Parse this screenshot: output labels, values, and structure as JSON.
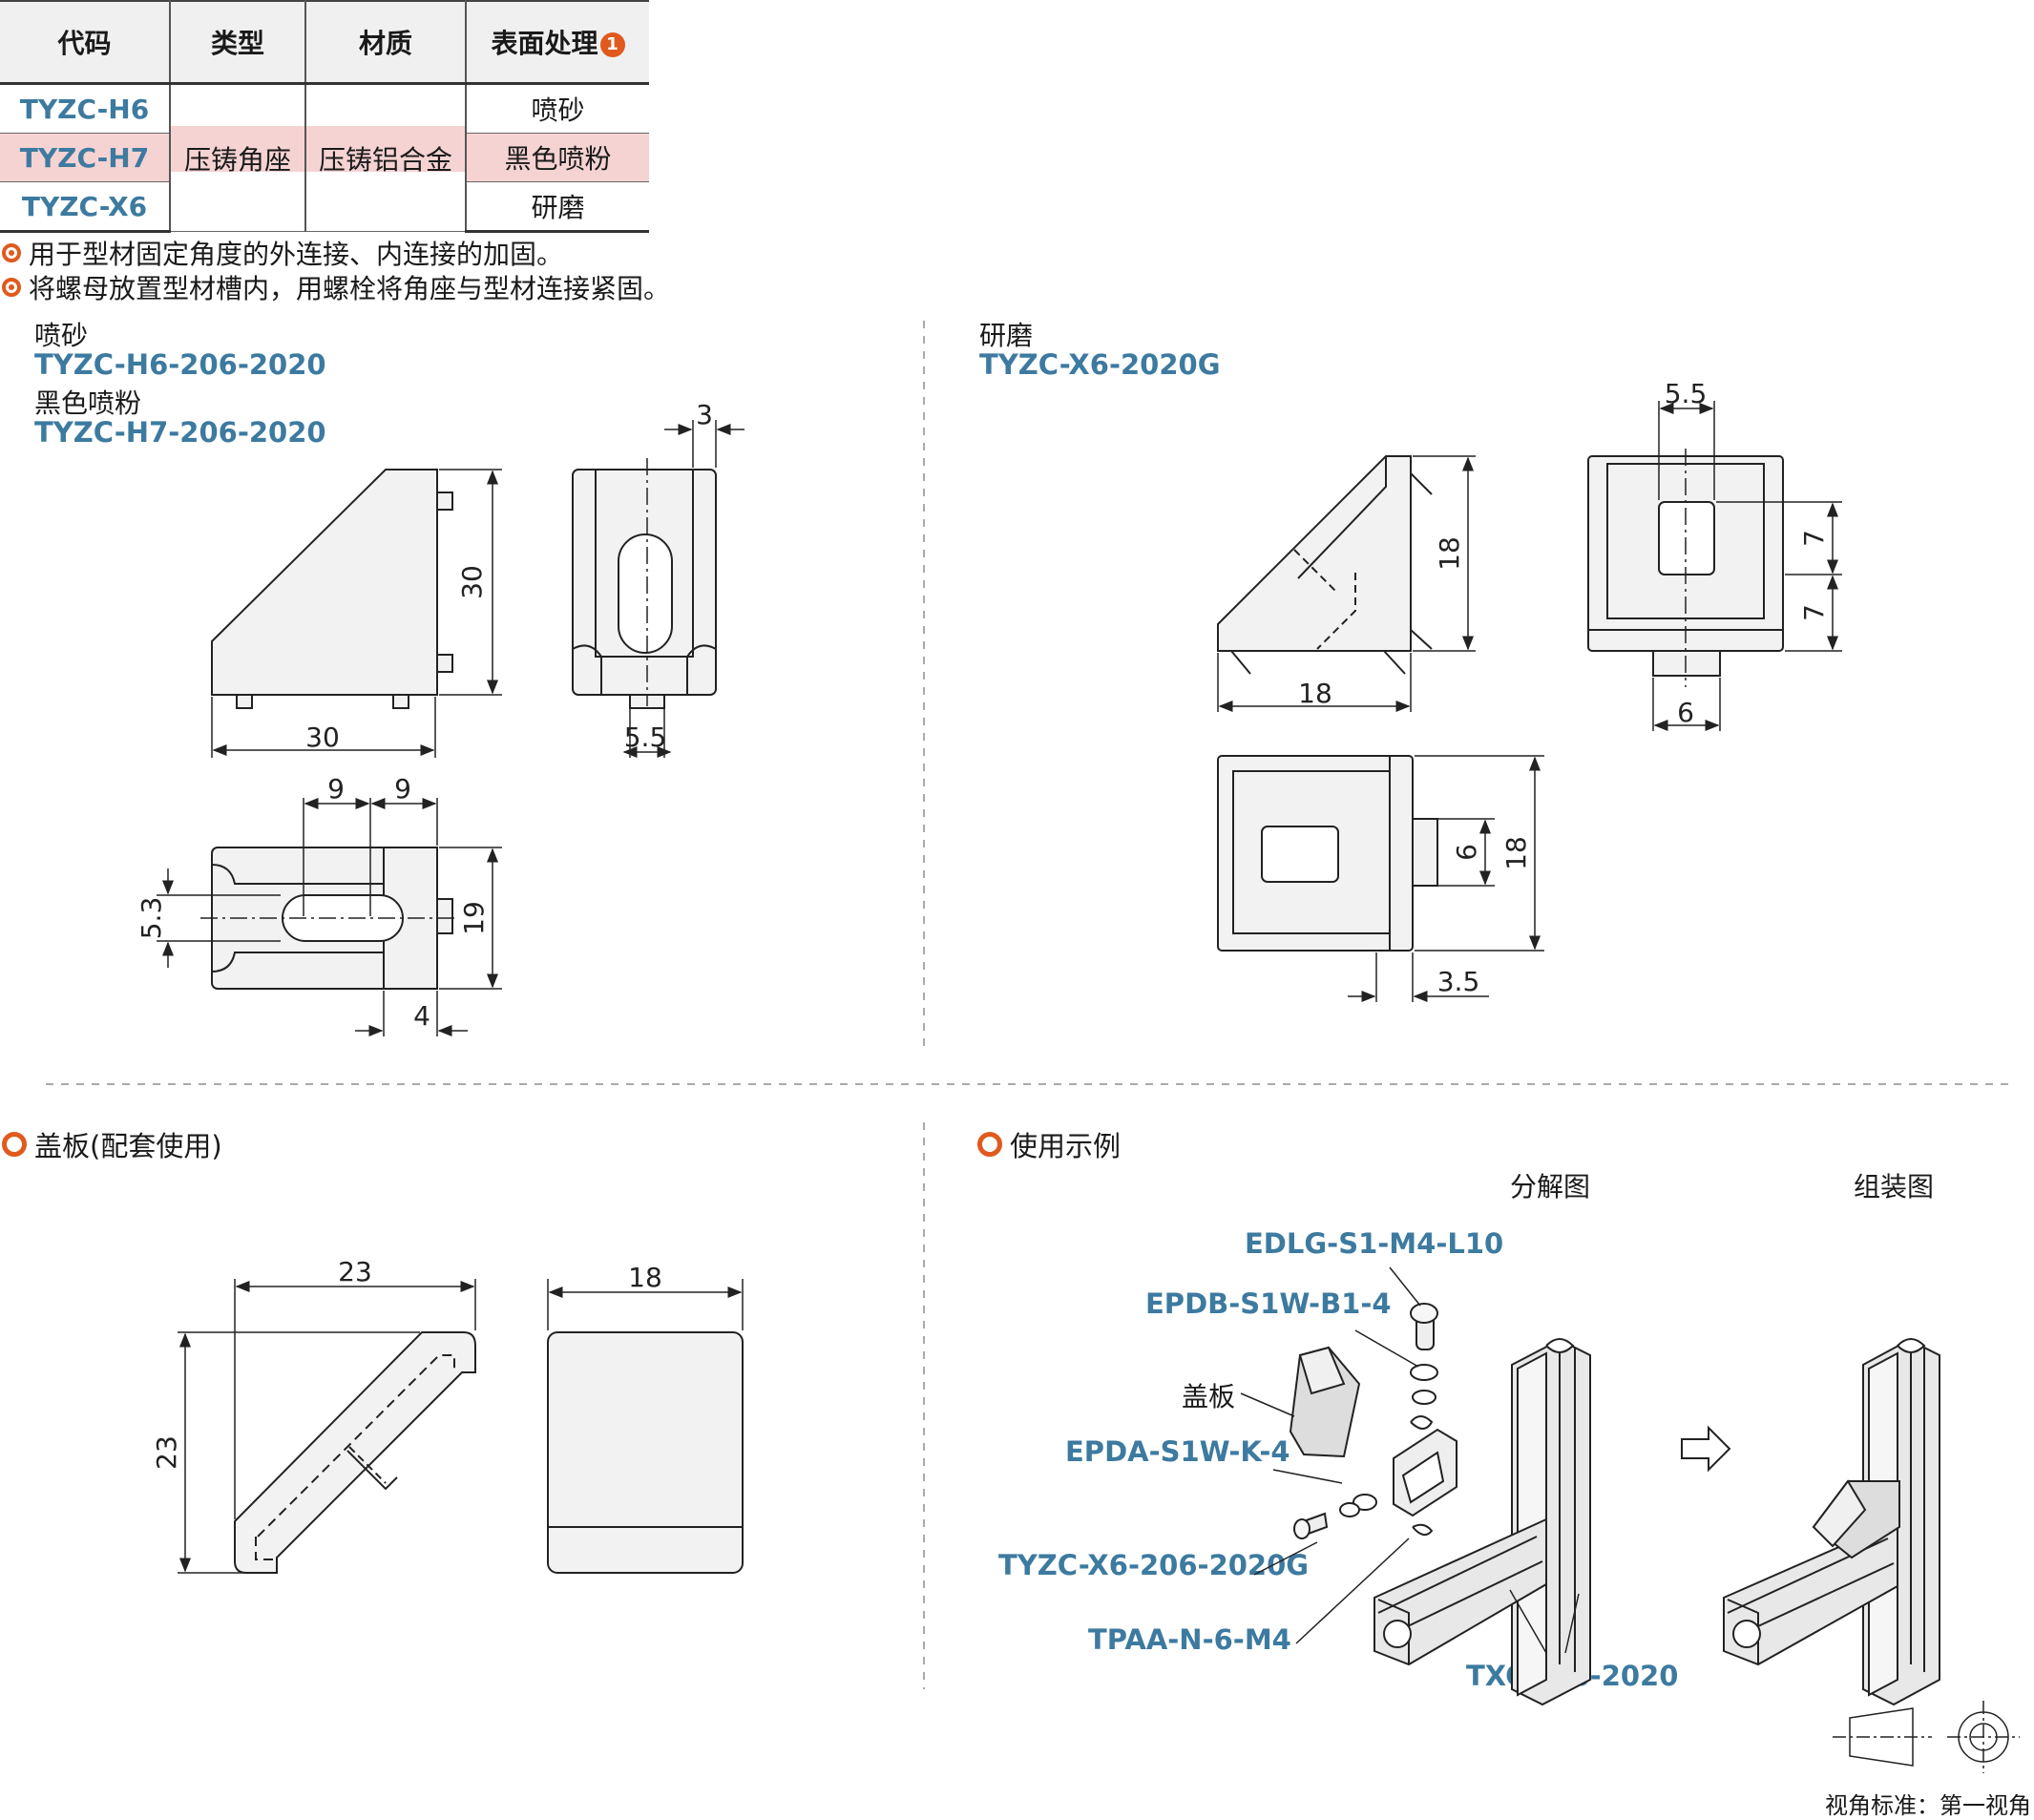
{
  "table": {
    "headers": [
      "代码",
      "类型",
      "材质",
      "表面处理"
    ],
    "header_badge": "1",
    "rows": [
      {
        "code": "TYZC-H6",
        "finish": "喷砂"
      },
      {
        "code": "TYZC-H7",
        "finish": "黑色喷粉"
      },
      {
        "code": "TYZC-X6",
        "finish": "研磨"
      }
    ],
    "type_value": "压铸角座",
    "material_value": "压铸铝合金"
  },
  "notes": [
    "用于型材固定角度的外连接、内连接的加固。",
    "将螺母放置型材槽内，用螺栓将角座与型材连接紧固。"
  ],
  "left_view": {
    "finish1": "喷砂",
    "code1": "TYZC-H6-206-2020",
    "finish2": "黑色喷粉",
    "code2": "TYZC-H7-206-2020",
    "dims": {
      "d3": "3",
      "d30v": "30",
      "d30h": "30",
      "d55": "5.5",
      "d9a": "9",
      "d9b": "9",
      "d53": "5.3",
      "d19": "19",
      "d4": "4"
    }
  },
  "right_view": {
    "finish": "研磨",
    "code": "TYZC-X6-2020G",
    "dims": {
      "d55": "5.5",
      "d18v": "18",
      "d18h": "18",
      "d7a": "7",
      "d7b": "7",
      "d6": "6",
      "d6v": "6",
      "d18r": "18",
      "d35": "3.5"
    }
  },
  "cover": {
    "title": "盖板(配套使用)",
    "dims": {
      "w23": "23",
      "h23": "23",
      "w18": "18"
    }
  },
  "usage": {
    "title": "使用示例",
    "exploded_label": "分解图",
    "assembled_label": "组装图",
    "parts": [
      "EDLG-S1-M4-L10",
      "EPDB-S1W-B1-4",
      "盖板",
      "EPDA-S1W-K-4",
      "TYZC-X6-206-2020G",
      "TPAA-N-6-M4",
      "TXCJ-H6-2020"
    ]
  },
  "view_standard": "视角标准：第一视角",
  "colors": {
    "accent": "#e05a1e",
    "code_blue": "#3d7aa0",
    "highlight_row": "#f5d3d3"
  }
}
